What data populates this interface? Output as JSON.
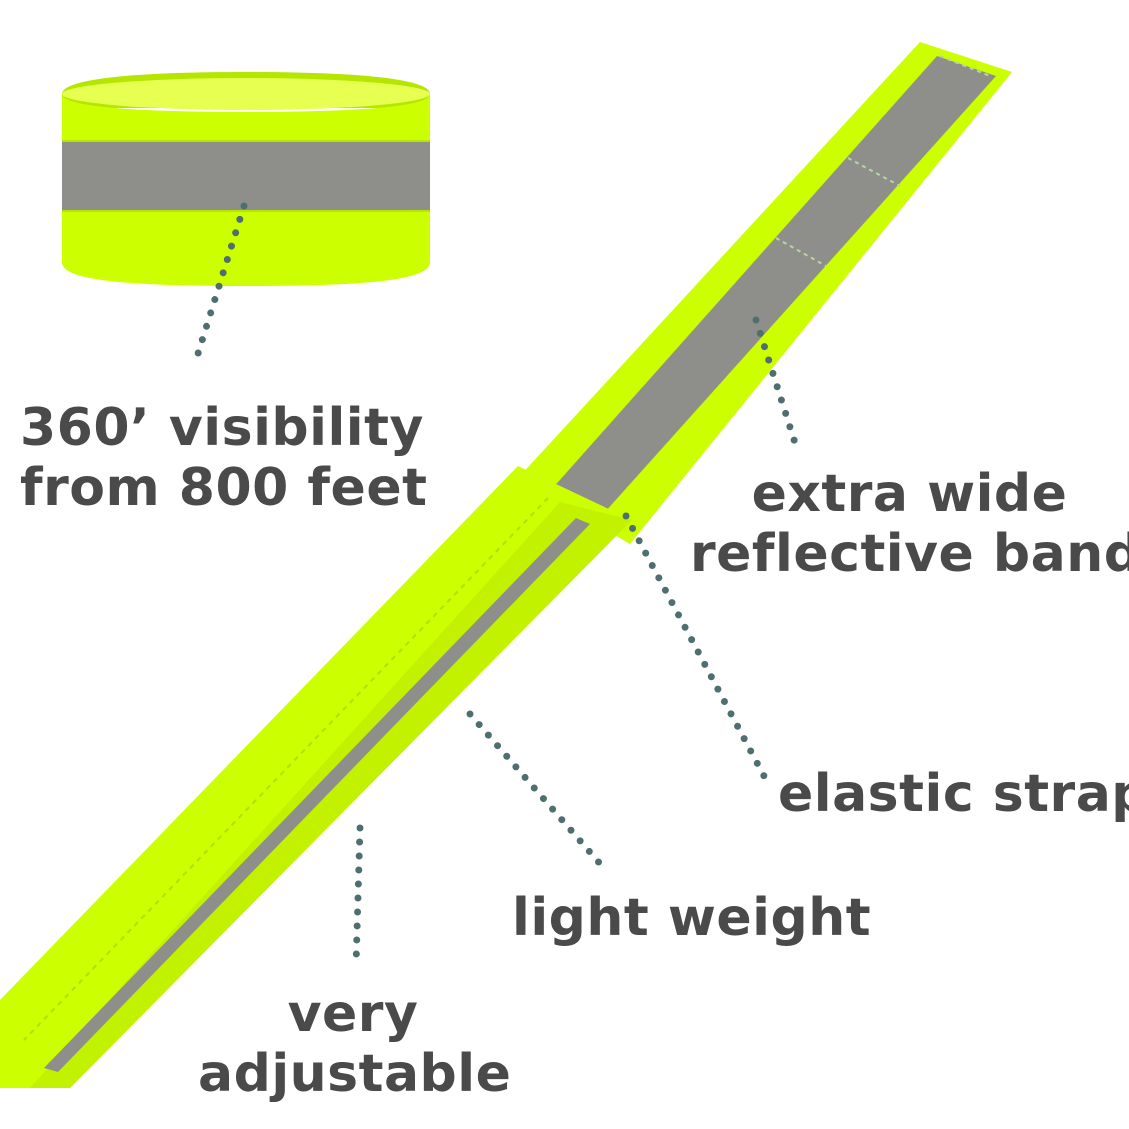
{
  "colors": {
    "neon": "#ccff00",
    "neon_light": "#e6ff50",
    "neon_shade": "#b4e600",
    "reflective": "#8e8f8b",
    "reflective_dark": "#7d7e7a",
    "text": "#4a4a4a",
    "dots": "#4f6e6f"
  },
  "callouts": {
    "visibility": {
      "line1": "360’ visibility",
      "line2": "from 800 feet"
    },
    "reflective": {
      "line1": "extra wide",
      "line2": "reflective bands"
    },
    "elastic": {
      "text": "elastic straps"
    },
    "weight": {
      "text": "light weight"
    },
    "adjustable": {
      "line1": "very",
      "line2": "adjustable"
    }
  }
}
